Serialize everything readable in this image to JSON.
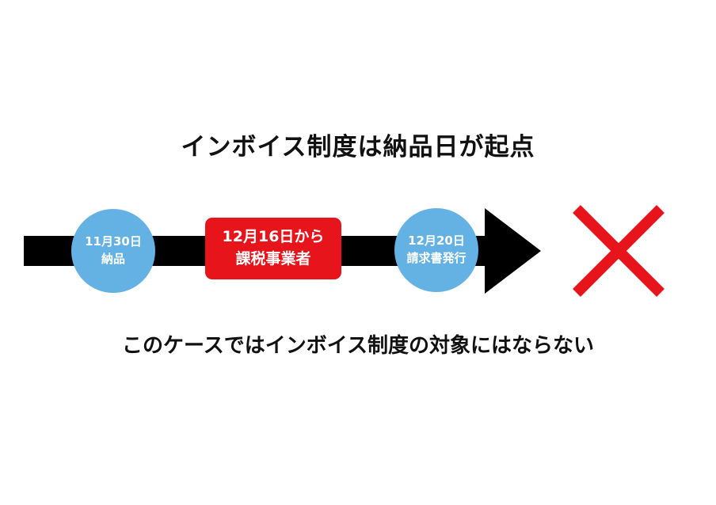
{
  "title": "インボイス制度は納品日が起点",
  "timeline": {
    "delivery": {
      "date": "11月30日",
      "label": "納品"
    },
    "taxable_start": {
      "date": "12月16日から",
      "label": "課税事業者"
    },
    "invoice": {
      "date": "12月20日",
      "label": "請求書発行"
    }
  },
  "caption": "このケースではインボイス制度の対象にはならない",
  "colors": {
    "arrow": "#000000",
    "circle": "#64b2e4",
    "highlight": "#e8141b",
    "cross": "#e8141b",
    "text": "#111111"
  },
  "icons": {
    "result": "cross-mark-icon"
  }
}
